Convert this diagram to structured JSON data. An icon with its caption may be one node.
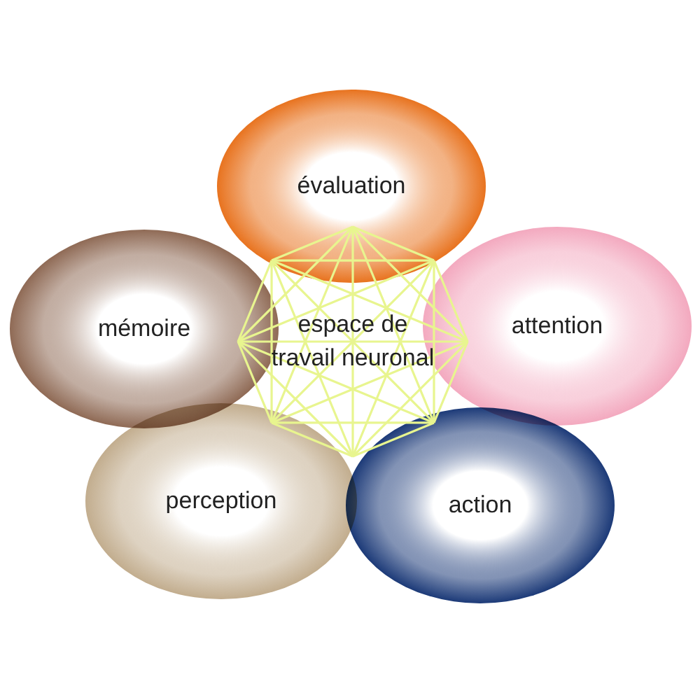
{
  "diagram": {
    "nodes": [
      {
        "text": [
          "évaluation"
        ]
      },
      {
        "text": [
          "mémoire"
        ]
      },
      {
        "text": [
          "espace de travail neuronal"
        ]
      },
      {
        "text": [
          "attention"
        ]
      },
      {
        "text": [
          "perception"
        ]
      },
      {
        "text": [
          "action"
        ]
      }
    ]
  }
}
